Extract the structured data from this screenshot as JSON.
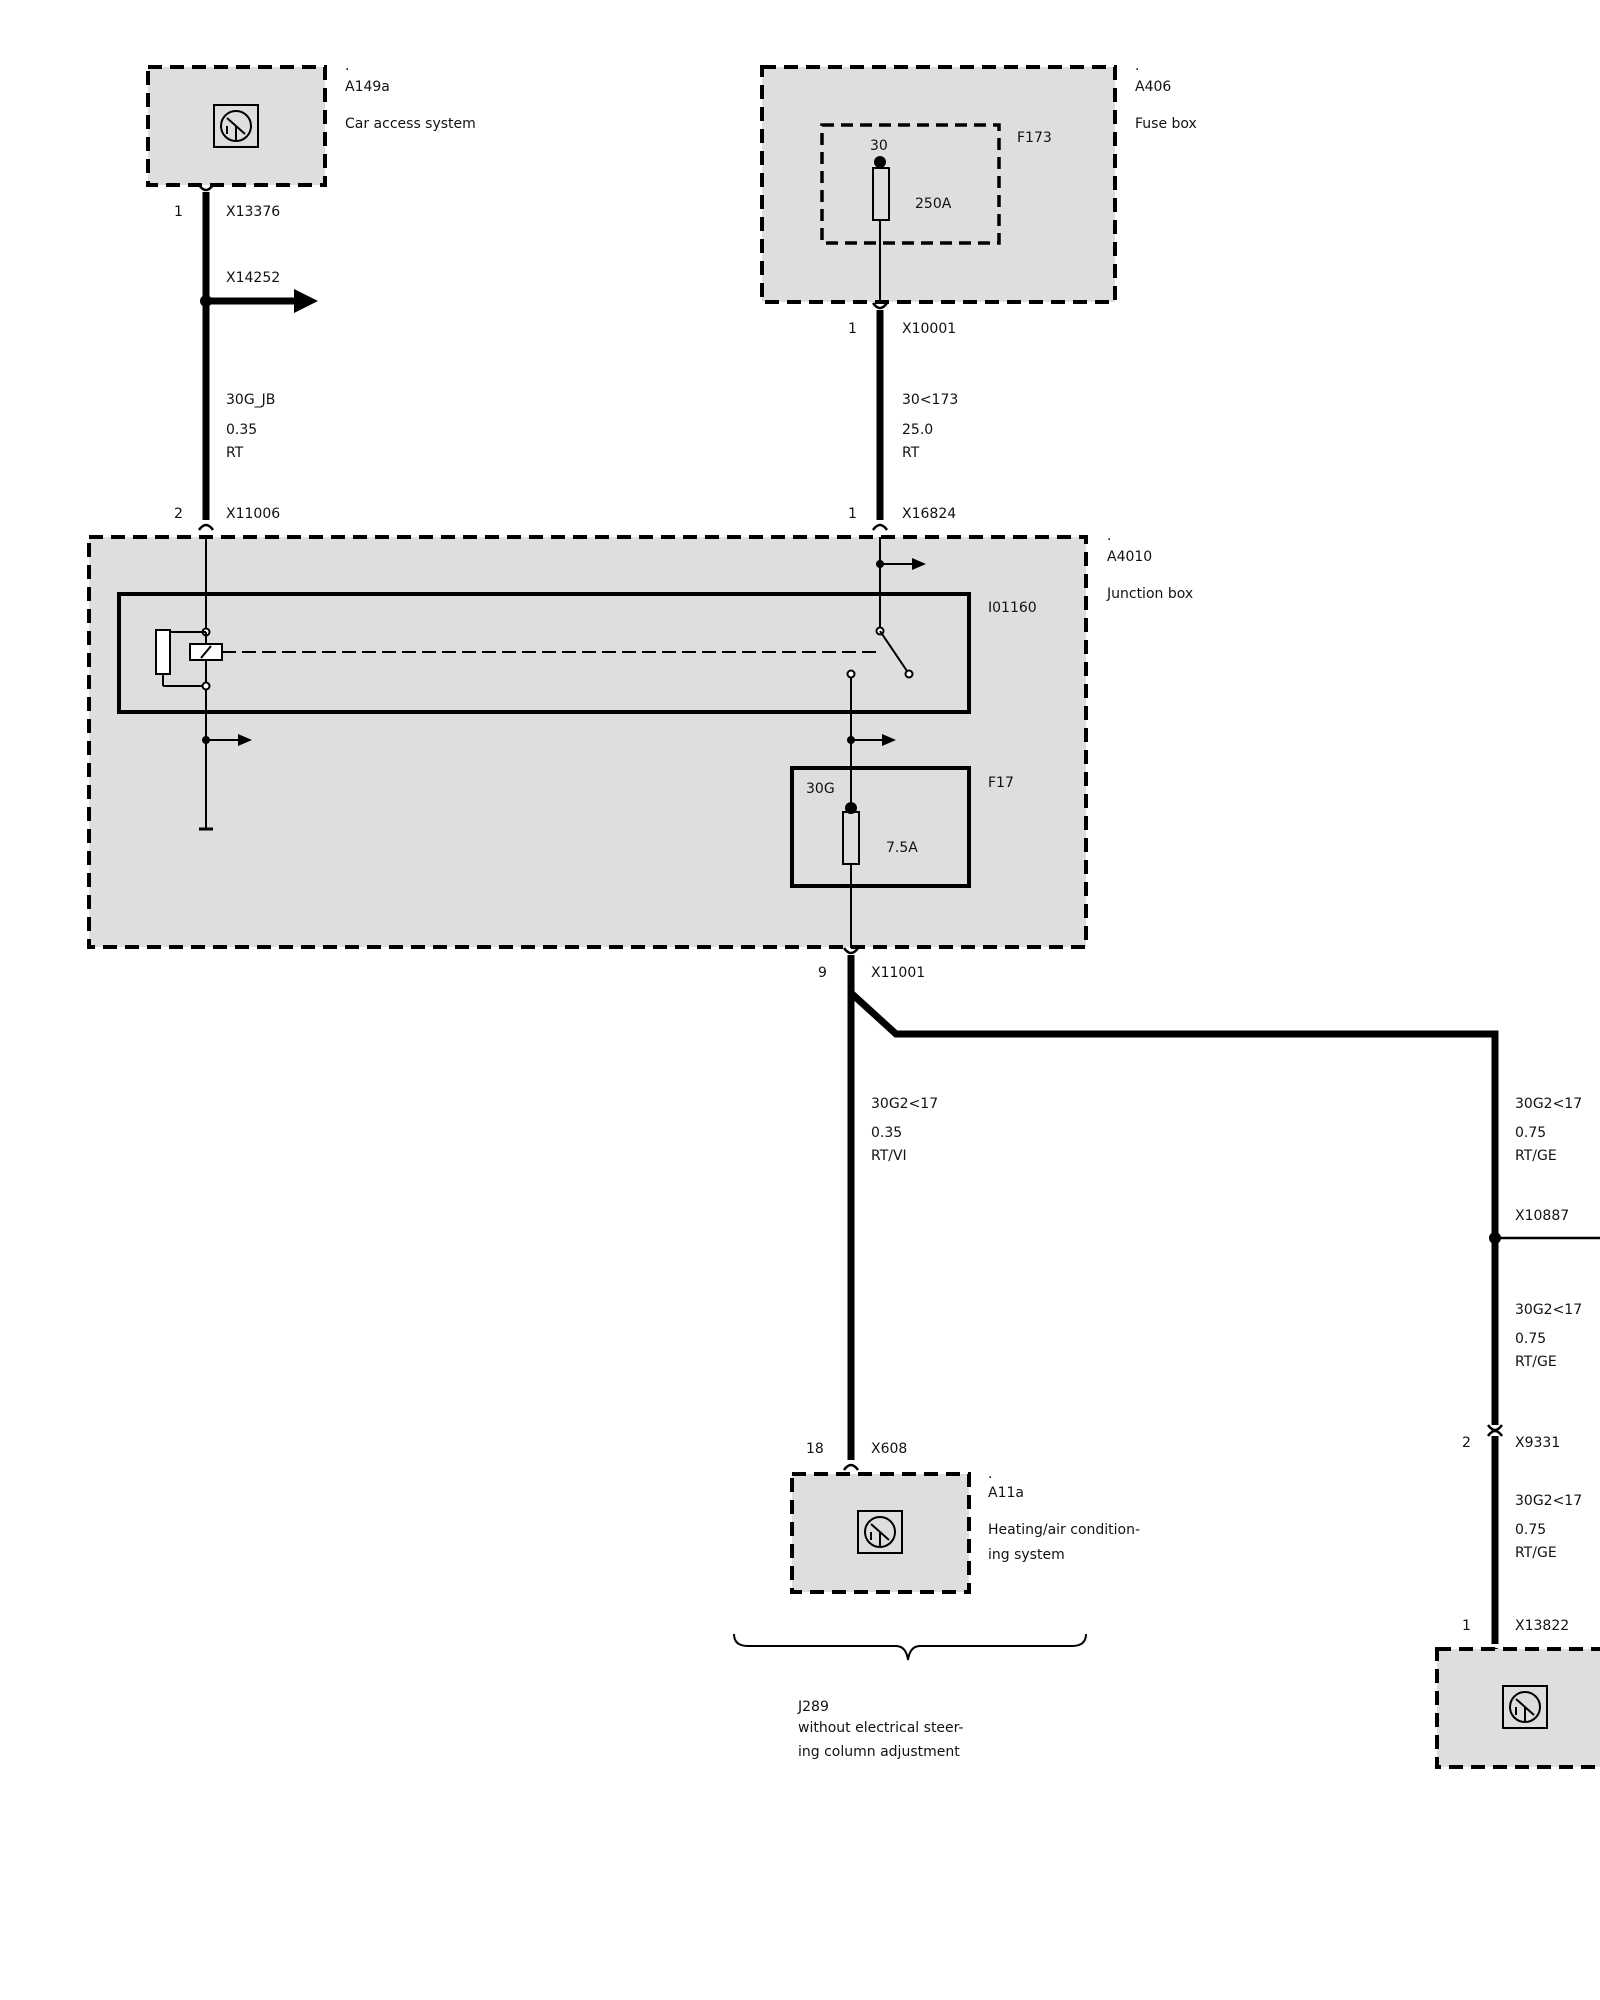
{
  "components": {
    "a149a": {
      "dot": ".",
      "id": "A149a",
      "name": "Car access system"
    },
    "a406": {
      "dot": ".",
      "id": "A406",
      "name": "Fuse box"
    },
    "f173": {
      "id": "F173",
      "terminal": "30",
      "rating": "250A"
    },
    "a4010": {
      "dot": ".",
      "id": "A4010",
      "name": "Junction box"
    },
    "i01160": {
      "id": "I01160"
    },
    "f17": {
      "id": "F17",
      "terminal": "30G",
      "rating": "7.5A"
    },
    "a11a": {
      "dot": ".",
      "id": "A11a",
      "name_line1": "Heating/air condition-",
      "name_line2": "ing system"
    }
  },
  "connectors": {
    "x13376": {
      "pin": "1",
      "id": "X13376"
    },
    "x14252": {
      "id": "X14252"
    },
    "x10001": {
      "pin": "1",
      "id": "X10001"
    },
    "x11006": {
      "pin": "2",
      "id": "X11006"
    },
    "x16824": {
      "pin": "1",
      "id": "X16824"
    },
    "x11001": {
      "pin": "9",
      "id": "X11001"
    },
    "x608": {
      "pin": "18",
      "id": "X608"
    },
    "x10887": {
      "id": "X10887"
    },
    "x9331": {
      "pin": "2",
      "id": "X9331"
    },
    "x13822": {
      "pin": "1",
      "id": "X13822"
    }
  },
  "wires": {
    "w1": {
      "signal": "30G_JB",
      "gauge": "0.35",
      "color": "RT"
    },
    "w2": {
      "signal": "30<173",
      "gauge": "25.0",
      "color": "RT"
    },
    "w3": {
      "signal": "30G2<17",
      "gauge": "0.35",
      "color": "RT/VI"
    },
    "w4": {
      "signal": "30G2<17",
      "gauge": "0.75",
      "color": "RT/GE"
    },
    "w5": {
      "signal": "30G2<17",
      "gauge": "0.75",
      "color": "RT/GE"
    },
    "w6": {
      "signal": "30G2<17",
      "gauge": "0.75",
      "color": "RT/GE"
    }
  },
  "footnote": {
    "code": "J289",
    "line1": "without electrical steer-",
    "line2": "ing column adjustment"
  }
}
